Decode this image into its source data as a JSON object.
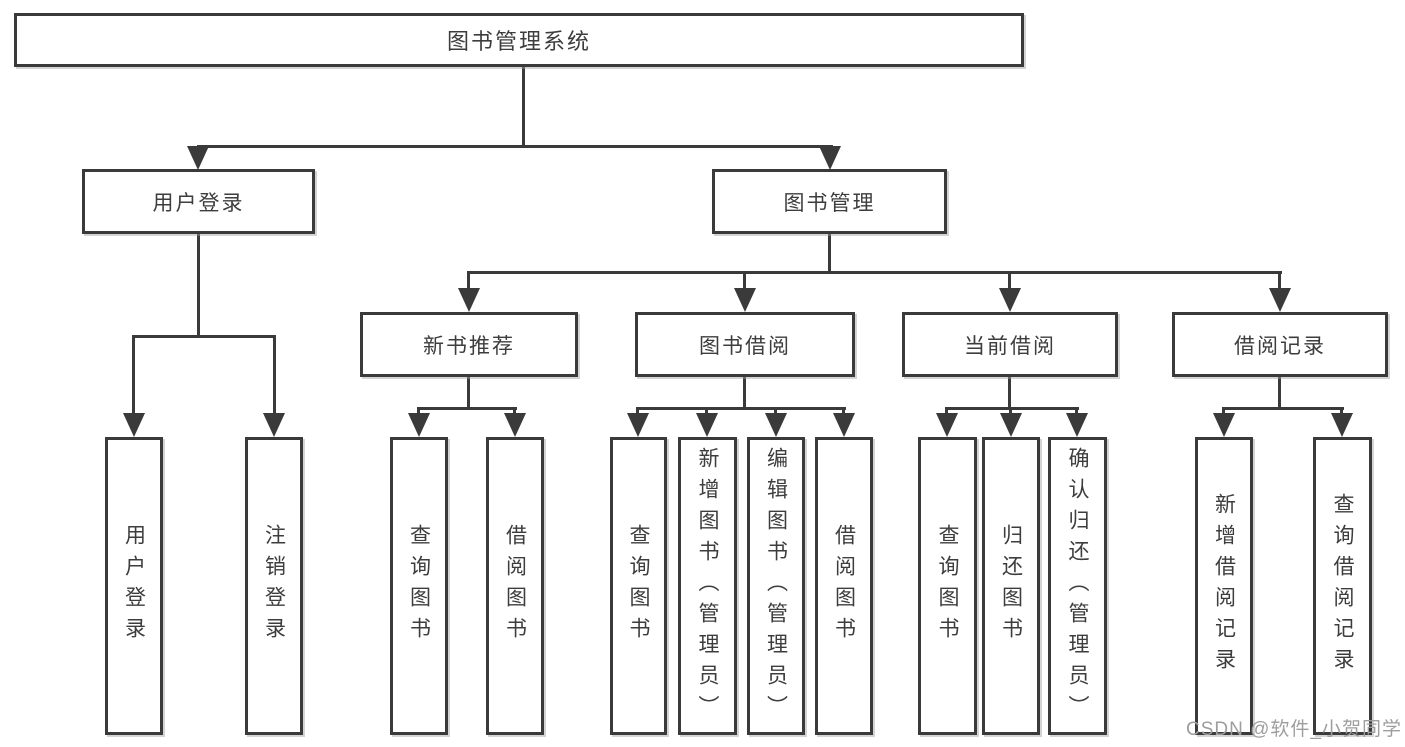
{
  "diagram": {
    "root": {
      "label": "图书管理系统"
    },
    "branches": [
      {
        "label": "用户登录",
        "children": [
          {
            "label": "用户登录"
          },
          {
            "label": "注销登录"
          }
        ]
      },
      {
        "label": "图书管理",
        "children": [
          {
            "label": "新书推荐",
            "children": [
              {
                "label": "查询图书"
              },
              {
                "label": "借阅图书"
              }
            ]
          },
          {
            "label": "图书借阅",
            "children": [
              {
                "label": "查询图书"
              },
              {
                "label": "新增图书（管理员）"
              },
              {
                "label": "编辑图书（管理员）"
              },
              {
                "label": "借阅图书"
              }
            ]
          },
          {
            "label": "当前借阅",
            "children": [
              {
                "label": "查询图书"
              },
              {
                "label": "归还图书"
              },
              {
                "label": "确认归还（管理员）"
              }
            ]
          },
          {
            "label": "借阅记录",
            "children": [
              {
                "label": "新增借阅记录"
              },
              {
                "label": "查询借阅记录"
              }
            ]
          }
        ]
      }
    ]
  },
  "watermark": {
    "text": "CSDN @软件_小贺同学"
  },
  "colors": {
    "line": "#3a3a3a",
    "text": "#3d3d3d",
    "box_background": "#ffffff",
    "watermark": "#9e9e9e"
  }
}
